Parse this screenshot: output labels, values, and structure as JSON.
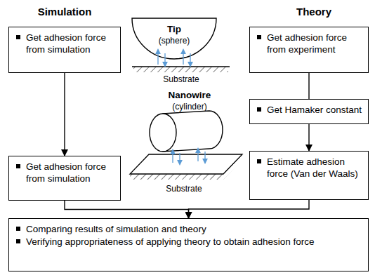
{
  "diagram": {
    "nodes": [
      {
        "text": [
          "Get adhesion force from simulation"
        ]
      },
      {
        "text": [
          "Get adhesion force from experiment"
        ]
      },
      {
        "text": [
          "Get Hamaker constant"
        ]
      },
      {
        "text": [
          "Get adhesion force from simulation"
        ]
      },
      {
        "text": [
          "Estimate adhesion force (Van der Waals)"
        ]
      },
      {
        "text": [
          "Comparing results of simulation and theory",
          "Verifying appropriateness of applying theory to obtain adhesion force"
        ]
      }
    ],
    "edges": [
      {
        "from": 0,
        "to": 3,
        "arrow": "to"
      },
      {
        "from": 1,
        "to": 2,
        "arrow": "none"
      },
      {
        "from": 2,
        "to": 4,
        "arrow": "to"
      },
      {
        "from": 3,
        "to": 5,
        "arrow": "to"
      },
      {
        "from": 4,
        "to": 5,
        "arrow": "to"
      }
    ],
    "labels": [
      "Simulation",
      "Theory",
      "Tip",
      "(sphere)",
      "Substrate",
      "Nanowire",
      "(cylinder)",
      "Substrate"
    ]
  }
}
